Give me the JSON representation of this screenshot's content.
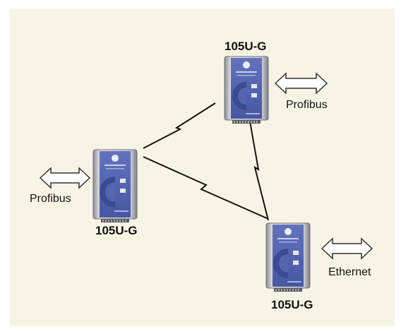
{
  "diagram": {
    "nodes": [
      {
        "id": "top",
        "name": "105U-G",
        "interface": "Profibus"
      },
      {
        "id": "left",
        "name": "105U-G",
        "interface": "Profibus"
      },
      {
        "id": "right",
        "name": "105U-G",
        "interface": "Ethernet"
      }
    ],
    "links": [
      {
        "from": "left",
        "to": "top",
        "type": "wireless"
      },
      {
        "from": "top",
        "to": "right",
        "type": "wireless"
      },
      {
        "from": "left",
        "to": "right",
        "type": "wireless"
      }
    ]
  },
  "colors": {
    "background": "#f8f4e5",
    "device_face": "#5566b0",
    "device_dark": "#3a4888",
    "device_frame": "#c8c8cc",
    "link": "#111111",
    "arrow_fill": "#ffffff"
  }
}
